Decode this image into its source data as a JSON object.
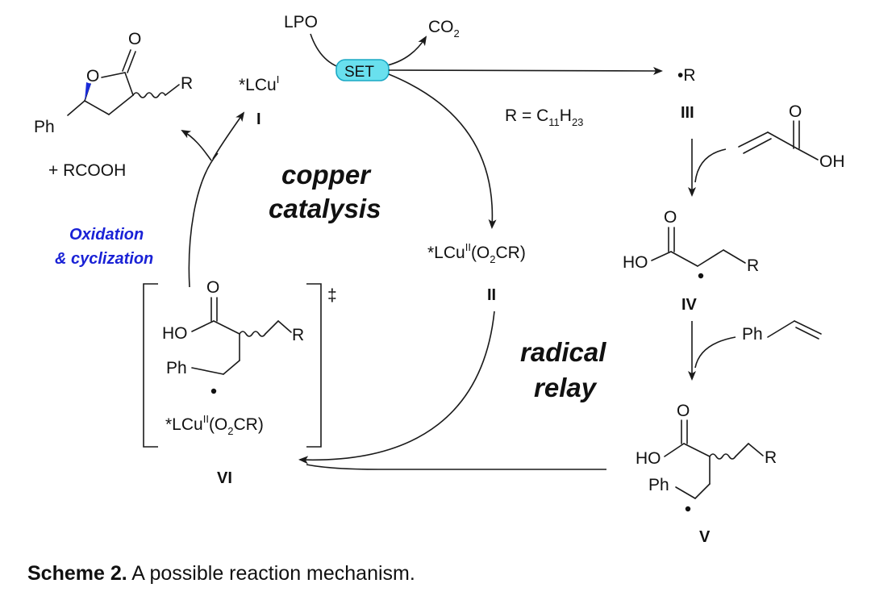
{
  "labels": {
    "lpo": "LPO",
    "set": "SET",
    "co2_base": "CO",
    "co2_sub": "2",
    "cu1_pre": "*LCu",
    "cu1_sup": "I",
    "cu1_num": "I",
    "radical_r": "•R",
    "num3": "III",
    "r_def_pre": "R = C",
    "r_def_sub1": "11",
    "r_def_mid": "H",
    "r_def_sub2": "23",
    "copper": "copper",
    "catalysis": "catalysis",
    "cu2_pre": "*LCu",
    "cu2_sup": "II",
    "cu2_mid": "(O",
    "cu2_sub": "2",
    "cu2_post": "CR)",
    "num2": "II",
    "radical": "radical",
    "relay": "relay",
    "num4": "IV",
    "num5": "V",
    "num6": "VI",
    "dagger": "‡",
    "plus_rcooh": "+ RCOOH",
    "ox1": "Oxidation",
    "ox2": "& cyclization",
    "ph": "Ph",
    "o": "O",
    "oh": "OH",
    "ho": "HO",
    "r": "R"
  },
  "caption": {
    "bold": "Scheme 2.",
    "text": " A possible reaction mechanism."
  },
  "colors": {
    "set_fill": "#69e0ee",
    "set_stroke": "#1aa8c4",
    "accent_blue": "#1a22d6",
    "wedge_blue": "#1a2bd8"
  }
}
